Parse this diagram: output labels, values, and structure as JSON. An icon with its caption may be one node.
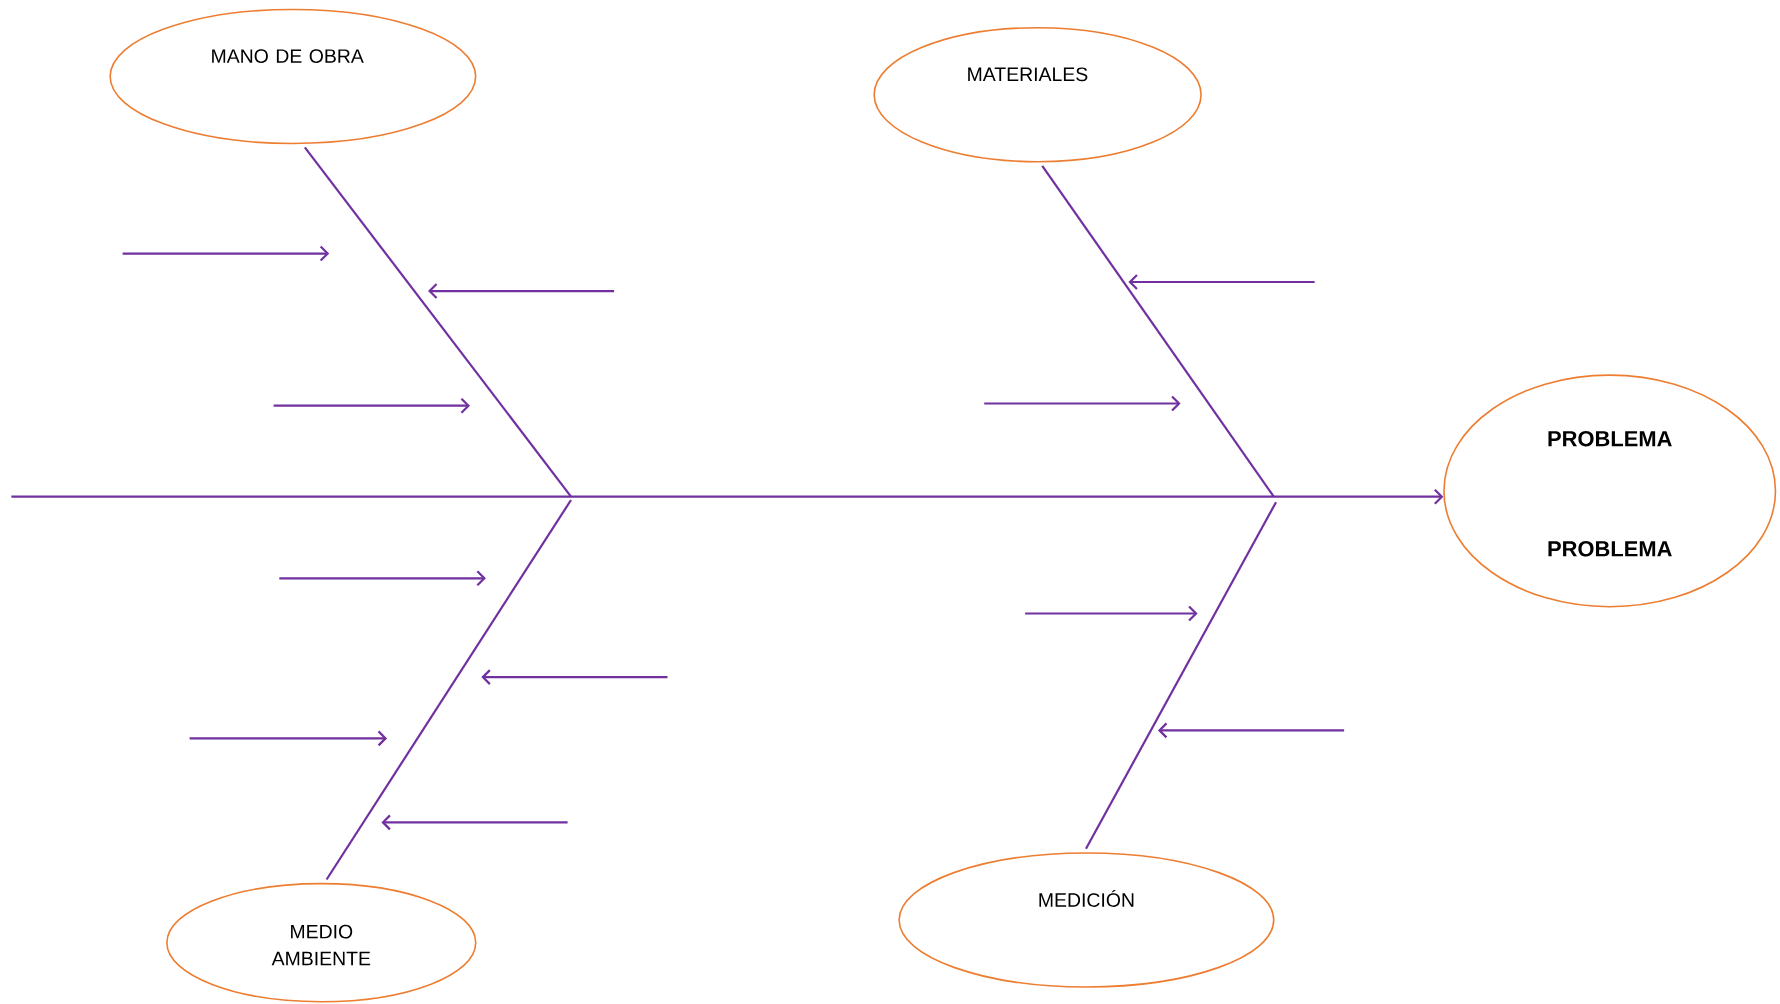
{
  "diagram": {
    "nodes": [
      {
        "text": [
          "MANO DE OBRA"
        ]
      },
      {
        "text": [
          "MATERIALES"
        ]
      },
      {
        "text": [
          "PROBLEMA",
          "PROBLEMA"
        ]
      },
      {
        "text": [
          "MEDIO AMBIENTE"
        ]
      },
      {
        "text": [
          "MEDICIÓN"
        ]
      }
    ],
    "edges": [
      {
        "from": null,
        "to": 2,
        "arrow": "to"
      },
      {
        "from": 0,
        "to": null,
        "arrow": "none"
      },
      {
        "from": 1,
        "to": null,
        "arrow": "none"
      },
      {
        "from": 3,
        "to": null,
        "arrow": "none"
      },
      {
        "from": 4,
        "to": null,
        "arrow": "none"
      }
    ]
  }
}
